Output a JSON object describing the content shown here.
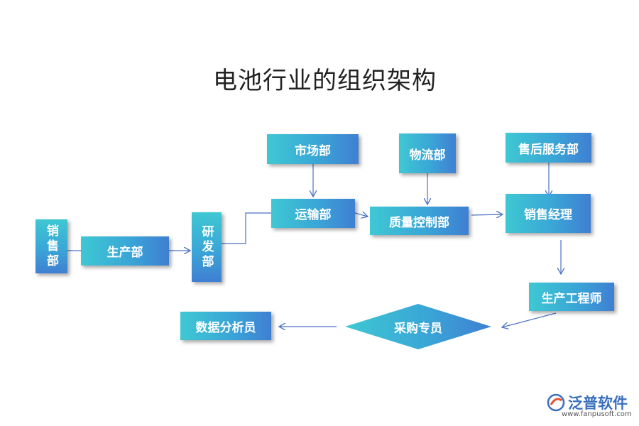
{
  "title": "电池行业的组织架构",
  "nodes": {
    "sales_dept": "销售部",
    "production_dept": "生产部",
    "rnd_dept": "研发部",
    "market_dept": "市场部",
    "transport_dept": "运输部",
    "logistics_dept": "物流部",
    "qc_dept": "质量控制部",
    "aftersales_dept": "售后服务部",
    "sales_manager": "销售经理",
    "production_engineer": "生产工程师",
    "purchasing_specialist": "采购专员",
    "data_analyst": "数据分析员"
  },
  "watermark": {
    "brand": "泛普软件",
    "url": "www.fanpusoft.com"
  },
  "colors": {
    "node_gradient_start": "#3ec8d3",
    "node_gradient_end": "#3f7fd2",
    "arrow": "#4a72c4",
    "brand": "#3a6fbf"
  }
}
